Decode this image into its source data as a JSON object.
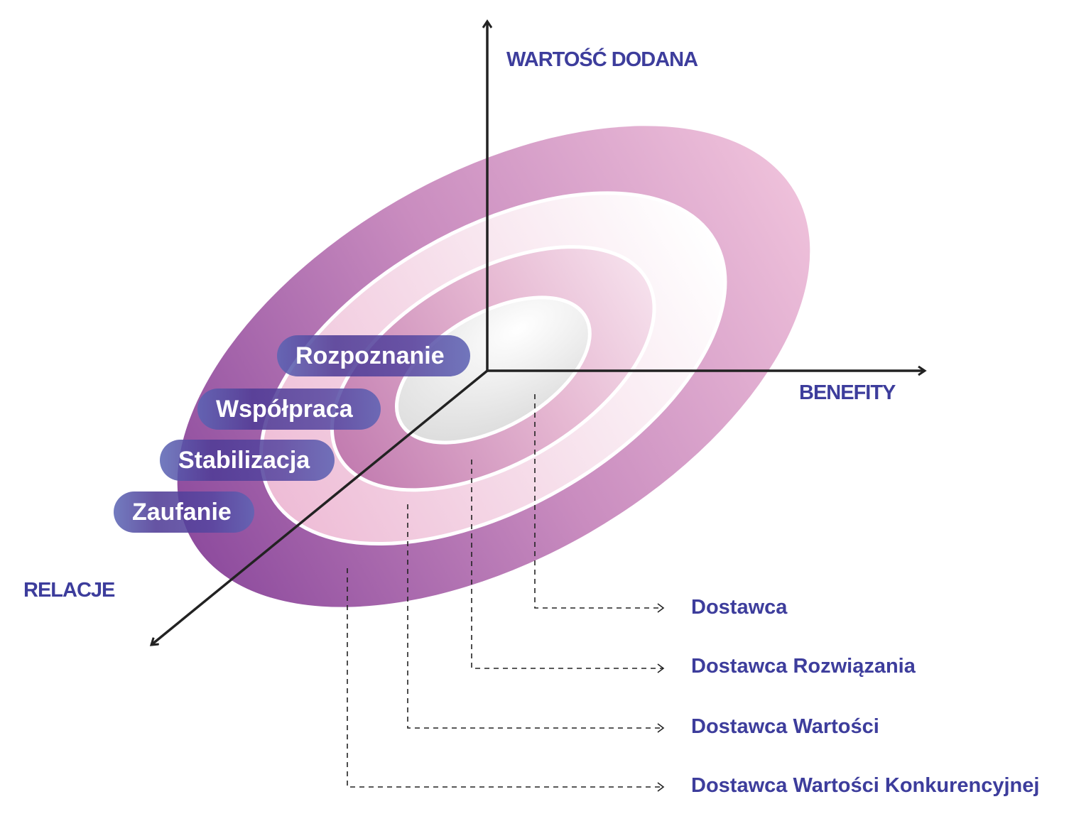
{
  "axes": {
    "vertical": "WARTOŚĆ DODANA",
    "horizontal": "BENEFITY",
    "depth": "RELACJE"
  },
  "stages": [
    "Rozpoznanie",
    "Współpraca",
    "Stabilizacja",
    "Zaufanie"
  ],
  "levels": [
    "Dostawca",
    "Dostawca Rozwiązania",
    "Dostawca Wartości",
    "Dostawca Wartości Konkurencyjnej"
  ],
  "colors": {
    "text": "#3d3d9c",
    "outer_left": "#9050a0",
    "outer_right": "#ecbcd8"
  }
}
